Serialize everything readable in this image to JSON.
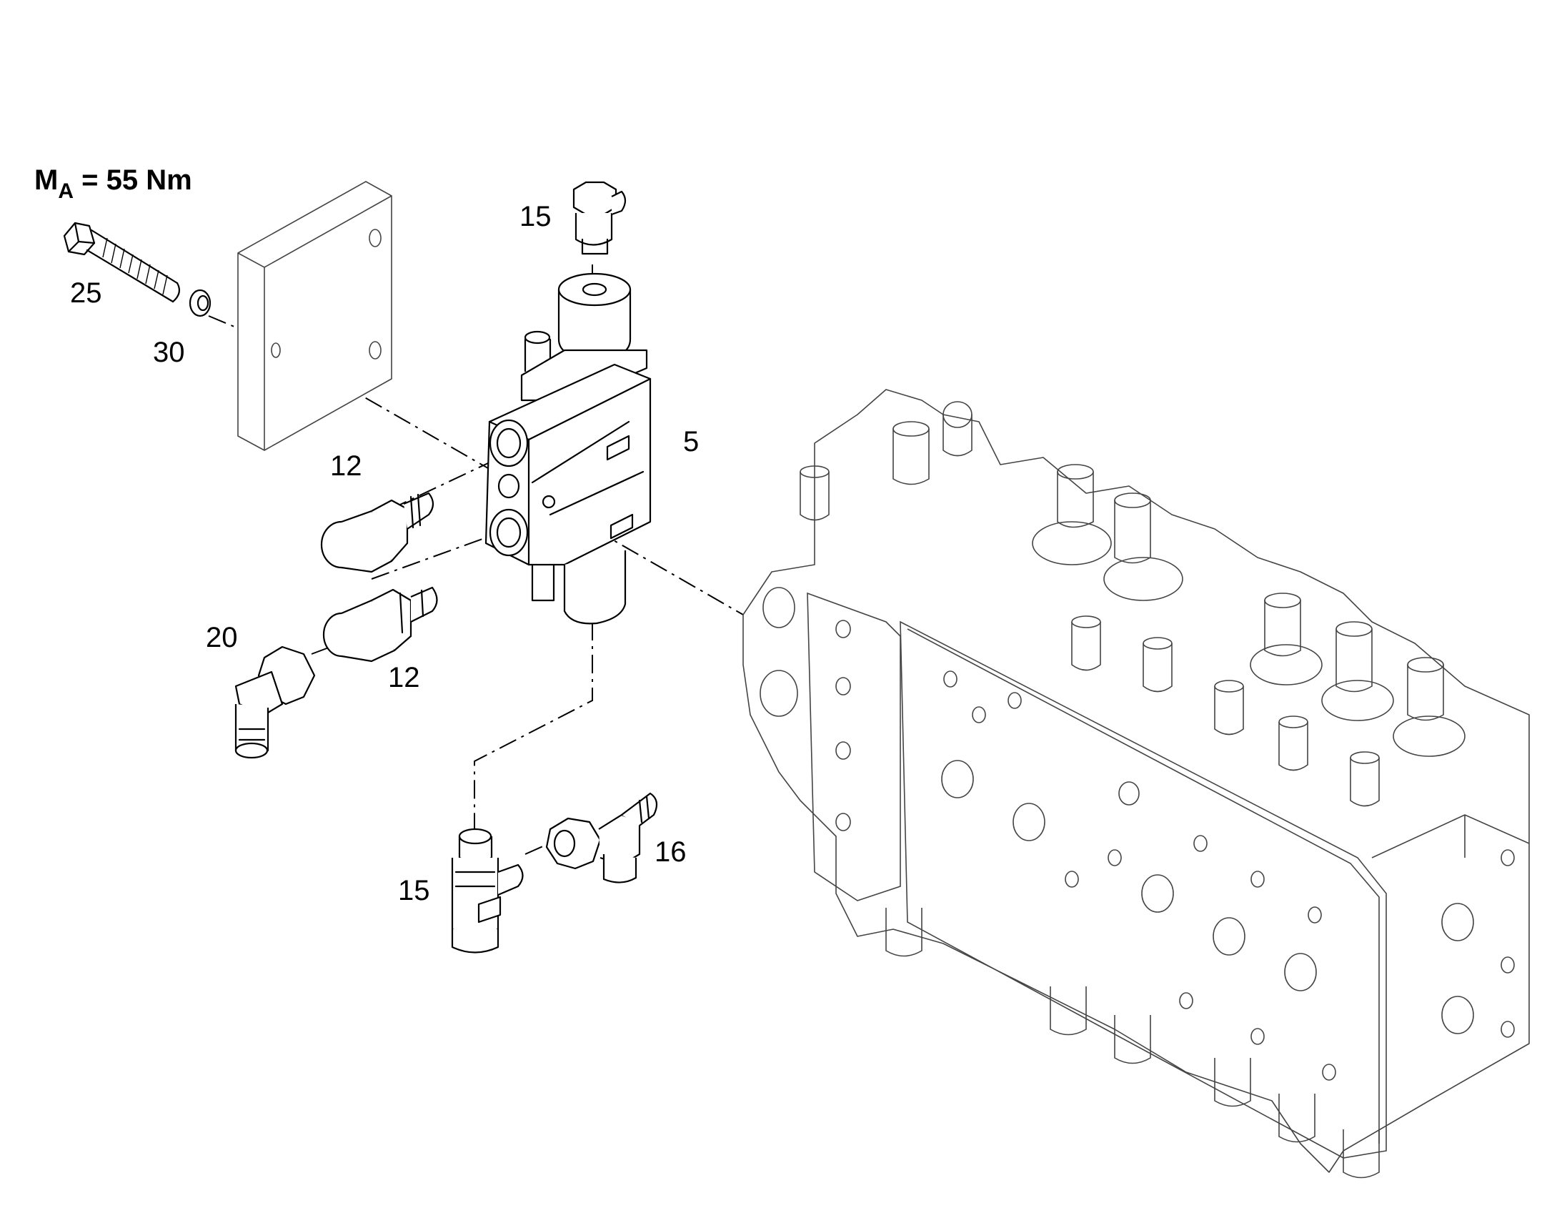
{
  "torque_spec": {
    "prefix": "M",
    "subscript": "A",
    "value": "= 55 Nm"
  },
  "callouts": [
    {
      "id": "c15-top",
      "label": "15"
    },
    {
      "id": "c25",
      "label": "25"
    },
    {
      "id": "c30",
      "label": "30"
    },
    {
      "id": "c5",
      "label": "5"
    },
    {
      "id": "c12-upper",
      "label": "12"
    },
    {
      "id": "c20",
      "label": "20"
    },
    {
      "id": "c12-lower",
      "label": "12"
    },
    {
      "id": "c16",
      "label": "16"
    },
    {
      "id": "c15-bottom",
      "label": "15"
    }
  ]
}
